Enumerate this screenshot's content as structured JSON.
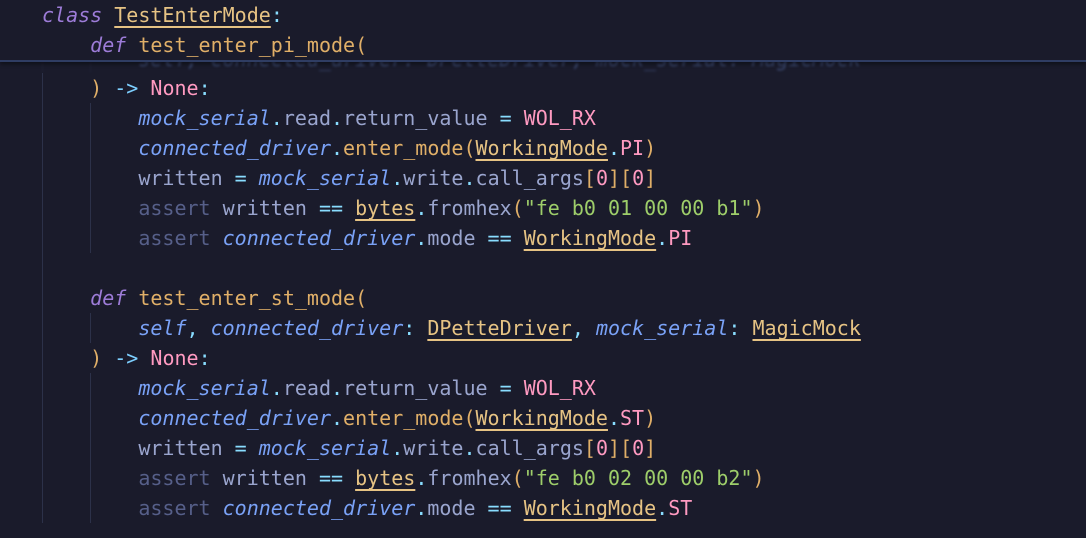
{
  "class_kw": "class",
  "class_name": "TestEnterMode",
  "colon": ":",
  "def_kw": "def",
  "method1": "test_enter_pi_mode",
  "method2": "test_enter_st_mode",
  "open_paren": "(",
  "close_paren": ")",
  "arrow": "->",
  "none": "None",
  "self": "self",
  "connected_driver": "connected_driver",
  "driver_type": "DPetteDriver",
  "mock_serial": "mock_serial",
  "mock_type": "MagicMock",
  "comma": ",",
  "dot": ".",
  "read": "read",
  "return_value": "return_value",
  "eq": "=",
  "eqeq": "==",
  "wol_rx": "WOL_RX",
  "enter_mode": "enter_mode",
  "working_mode": "WorkingMode",
  "pi": "PI",
  "st": "ST",
  "written": "written",
  "write": "write",
  "call_args": "call_args",
  "idx_open": "[",
  "idx_close": "]",
  "zero": "0",
  "assert_kw": "assert",
  "bytes": "bytes",
  "fromhex": "fromhex",
  "hex_pi": "\"fe b0 01 00 00 b1\"",
  "hex_st": "\"fe b0 02 00 00 b2\"",
  "mode": "mode",
  "hidden_line": "self, connected_driver: DPetteDriver, mock_serial: MagicMock"
}
